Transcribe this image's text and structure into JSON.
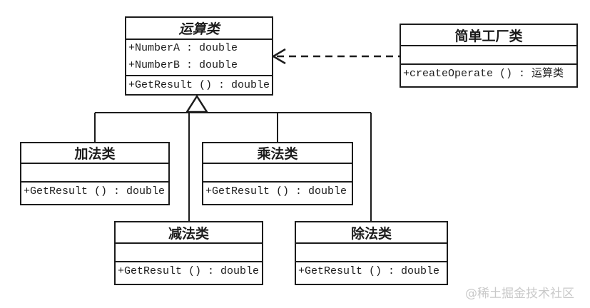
{
  "diagram": {
    "type": "uml-class-diagram",
    "classes": [
      {
        "name": "运算类",
        "abstract": true,
        "attributes": [
          "+NumberA : double",
          "+NumberB : double"
        ],
        "methods": [
          "+GetResult () : double"
        ]
      },
      {
        "name": "简单工厂类",
        "abstract": false,
        "attributes": [],
        "methods": [
          "+createOperate () : 运算类"
        ]
      },
      {
        "name": "加法类",
        "abstract": false,
        "attributes": [],
        "methods": [
          "+GetResult () : double"
        ]
      },
      {
        "name": "乘法类",
        "abstract": false,
        "attributes": [],
        "methods": [
          "+GetResult () : double"
        ]
      },
      {
        "name": "减法类",
        "abstract": false,
        "attributes": [],
        "methods": [
          "+GetResult () : double"
        ]
      },
      {
        "name": "除法类",
        "abstract": false,
        "attributes": [],
        "methods": [
          "+GetResult () : double"
        ]
      }
    ],
    "relations": [
      {
        "type": "dependency",
        "style": "dashed-open-arrow",
        "from": "简单工厂类",
        "to": "运算类"
      },
      {
        "type": "generalization",
        "style": "hollow-triangle",
        "parent": "运算类",
        "children": [
          "加法类",
          "乘法类",
          "减法类",
          "除法类"
        ]
      }
    ],
    "watermark": "@稀土掘金技术社区",
    "colors": {
      "line": "#1c1c1c",
      "background": "#ffffff",
      "watermark": "#c9c9c9"
    }
  }
}
